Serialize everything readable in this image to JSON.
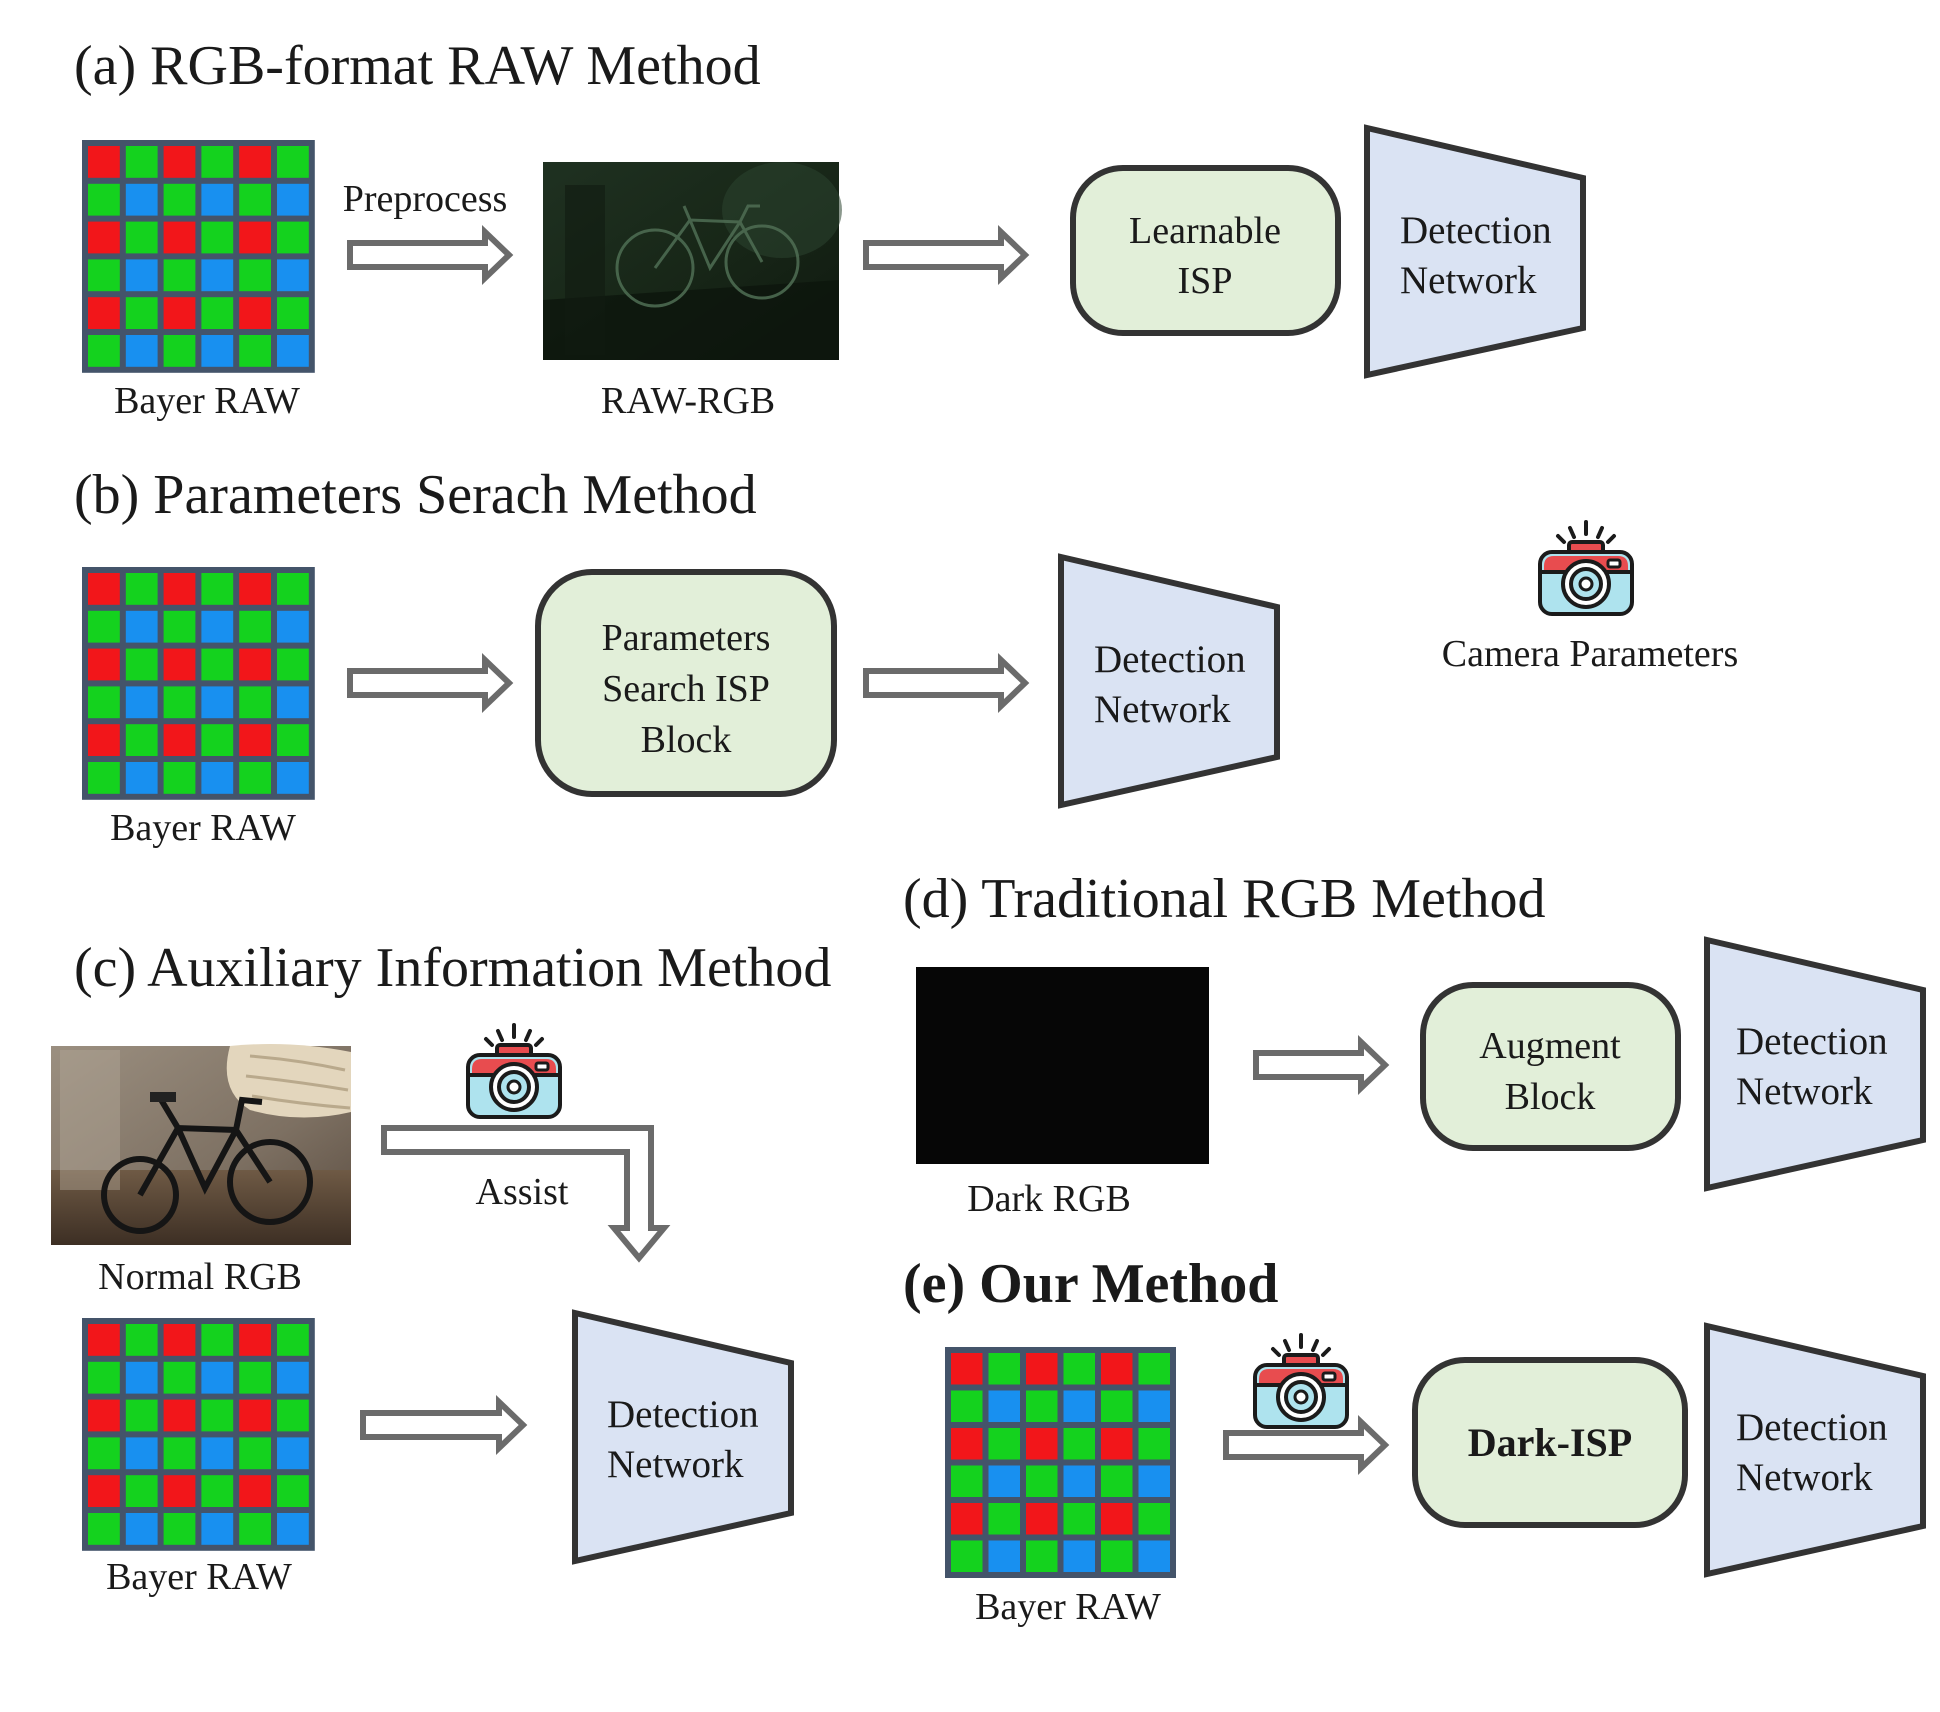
{
  "sections": {
    "a": {
      "title": "(a) RGB-format RAW Method",
      "bayer_caption": "Bayer RAW",
      "arrow_label": "Preprocess",
      "image_caption": "RAW-RGB",
      "isp_line1": "Learnable",
      "isp_line2": "ISP",
      "detect_line1": "Detection",
      "detect_line2": "Network"
    },
    "b": {
      "title": "(b) Parameters Serach Method",
      "bayer_caption": "Bayer RAW",
      "block_line1": "Parameters",
      "block_line2": "Search ISP",
      "block_line3": "Block",
      "detect_line1": "Detection",
      "detect_line2": "Network",
      "camera_caption": "Camera Parameters"
    },
    "c": {
      "title": "(c) Auxiliary Information Method",
      "image_caption": "Normal RGB",
      "assist_label": "Assist",
      "bayer_caption": "Bayer RAW",
      "detect_line1": "Detection",
      "detect_line2": "Network"
    },
    "d": {
      "title": "(d) Traditional RGB Method",
      "image_caption": "Dark RGB",
      "block_line1": "Augment",
      "block_line2": "Block",
      "detect_line1": "Detection",
      "detect_line2": "Network"
    },
    "e": {
      "title": "(e) Our Method",
      "bayer_caption": "Bayer RAW",
      "block_label": "Dark-ISP",
      "detect_line1": "Detection",
      "detect_line2": "Network"
    }
  },
  "colors": {
    "bayer_red": "#f2161a",
    "bayer_green": "#14d21e",
    "bayer_blue": "#1890f0",
    "bayer_border": "#44546a",
    "block_fill": "#e2efd9",
    "detect_fill": "#dae3f3",
    "outline": "#333333",
    "arrow_stroke": "#6b6b6b"
  },
  "icons": {
    "camera": "camera-icon",
    "bayer": "bayer-pattern-icon",
    "arrow": "hollow-arrow"
  }
}
